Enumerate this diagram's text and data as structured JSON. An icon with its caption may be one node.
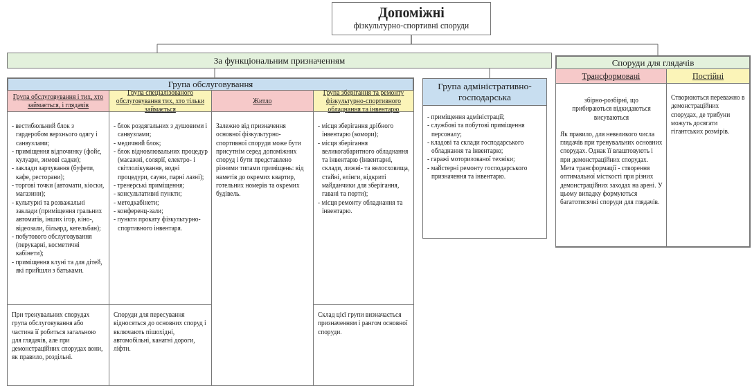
{
  "diagram": {
    "nodes": [
      {
        "text": [
          "Допоміжні",
          "фізкультурно-спортивні споруди"
        ]
      },
      {
        "text": [
          "За функціональним призначенням"
        ]
      },
      {
        "text": [
          "Група обслуговування"
        ]
      },
      {
        "text": [
          "Група обслуговування і тих, хто займається, і глядачів",
          "- вестибюльний блок з гардеробом верхнього одягу і санвузлами;",
          "- приміщення відпочинку (фойє, кулуари, зимові садки);",
          "- заклади зарчування (буфети, кафе, ресторани);",
          "- торгові точки (автомати, кіоски, магазини);",
          "- культурні та розважальні заклади (приміщення гральних автоматів, інших ігор, кіно-, відеозали, більярд, кегельбан);",
          "- побутового обслуговування (перукарні, косметичні кабінети);",
          "- приміщення клуні та для дітей, які прийшли з батьками."
        ],
        "in": 2
      },
      {
        "text": [
          "Група спеціалізованого обслуговування тих, хто тільки займається",
          "- блок роздягальних з душовими і санвузлами;",
          "- медичний блок;",
          "- блок відновлювальних процедур (масажні, солярії, електро- і світлолікування, водні процедури, сауни, парні лазні);",
          "- тренерські приміщення;",
          "- консультативні пункти;",
          "- методкабінети;",
          "- конференц-зали;",
          "- пункти прокату фізкультурно-спортивного інвентаря."
        ],
        "in": 2
      },
      {
        "text": [
          "Житло",
          "Залежно від призначення основної фізкультурно-спортивної споруди може бути присутнім серед допоміжних споруд і бути представлено різними типами приміщень: від наметів до окремих квартир, готельних номерів та окремих будівель."
        ],
        "in": 2
      },
      {
        "text": [
          "Група зберігання та ремонту фізкультурно-спортивного обладнання та інвентарю",
          "- місця зберігання дрібного інвентарю (комори);",
          "- місця зберігання великогабаритного обладнання та інвентарю (інвентарні, склади, лижні- та велосховища, стайні, елінги, відкриті майданчики для зберігання, гавані та порти);",
          "- місця ремонту обладнання та інвентарю."
        ],
        "in": 2
      },
      {
        "text": [
          "При тренувальних спорудах група обслуговування або частина її робиться загальною для глядачів, але при демонстраційних спорудах вони, як правило, роздільні."
        ],
        "in": 2
      },
      {
        "text": [
          "Споруди для пересування відносяться до основних споруд і включають пішохідні, автомобільні, канатні дороги, ліфти."
        ],
        "in": 2
      },
      {
        "text": [
          "Склад цієї групи визначається призначенням і рангом основної споруди."
        ],
        "in": 2
      },
      {
        "text": [
          "Група адміністративно-господарська",
          "- приміщення адміністрації;",
          "- службові та побутові приміщення персоналу;",
          "- кладові та склади господарського обладнання та інвентарю;",
          "- гаражі моторизованої техніки;",
          "- майстерні ремонту господарського призначення та інвентарю."
        ]
      },
      {
        "text": [
          "Споруди для глядачів"
        ]
      },
      {
        "text": [
          "Трансформовані",
          "збірно-розбірні, що прибираються відкидаються висуваються",
          "Як правило, для невеликого числа глядачів при тренувальних основних спорудах. Однак її влаштовують і при демонстраційних спорудах. Мета трансформації - створення оптимальної місткості при різних демонстраційних заходах на арені. У цьому випадку формуються багатотисячні споруди для глядачів."
        ],
        "in": 11
      },
      {
        "text": [
          "Постійні",
          "Створюються переважно в демонстраційних спорудах, де трибуни можуть досягати гігантських розмірів."
        ],
        "in": 11
      }
    ],
    "edges": [
      {
        "from": 0,
        "to": 1,
        "arrow": "none"
      },
      {
        "from": 0,
        "to": 11,
        "arrow": "none"
      },
      {
        "from": 1,
        "to": 2,
        "arrow": "none"
      },
      {
        "from": 1,
        "to": 10,
        "arrow": "none"
      }
    ]
  }
}
